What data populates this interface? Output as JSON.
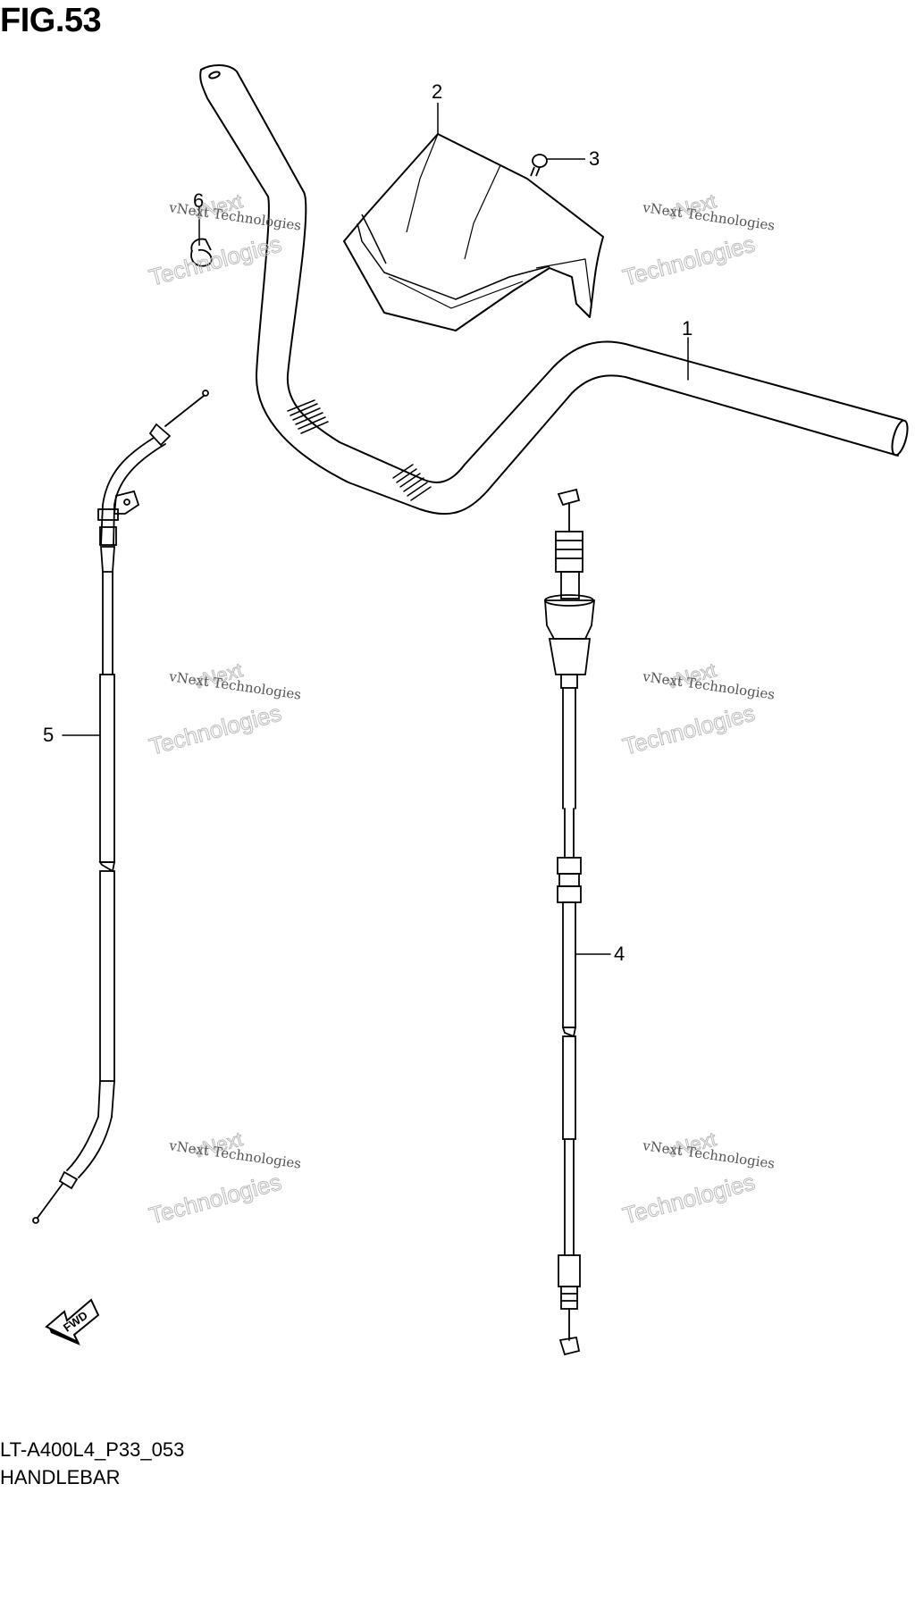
{
  "figure": {
    "title": "FIG.53",
    "code": "LT-A400L4_P33_053",
    "name": "HANDLEBAR"
  },
  "callouts": [
    "1",
    "2",
    "3",
    "4",
    "5",
    "6"
  ],
  "watermark": {
    "line1": "vNext Technologies",
    "line2": "Technologies",
    "line3": "vNext"
  },
  "fwd_label": "FWD"
}
